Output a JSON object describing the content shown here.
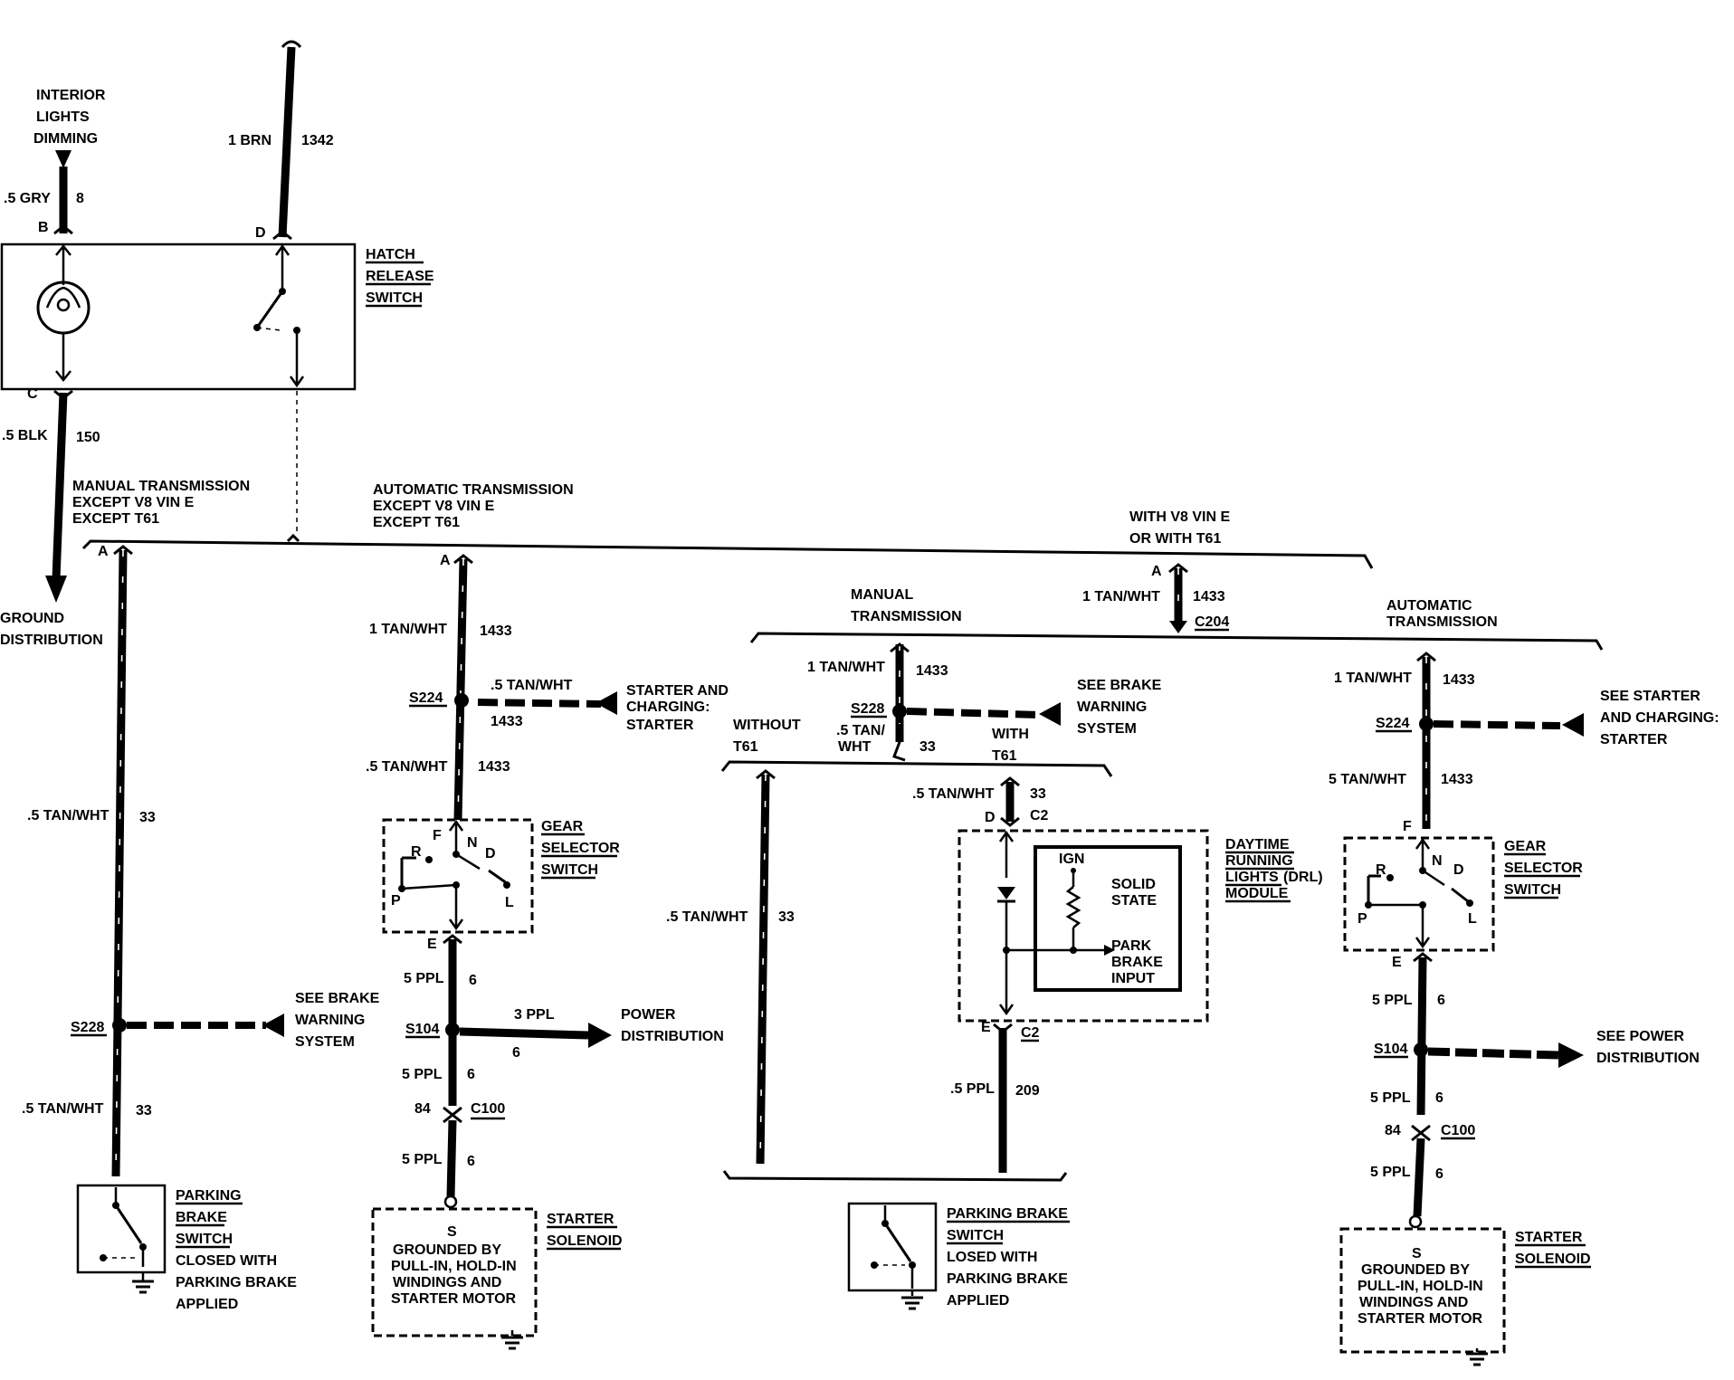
{
  "labels": {
    "interior_lights_dimming": [
      "INTERIOR",
      "LIGHTS",
      "DIMMING"
    ],
    "w_1brn": "1 BRN",
    "w_1342": "1342",
    "w_5gry": ".5 GRY",
    "w_8": "8",
    "pin_b": "B",
    "pin_d_top": "D",
    "hatch_release_switch": [
      "HATCH",
      "RELEASE",
      "SWITCH"
    ],
    "pin_c_top": "C",
    "w_5blk": ".5 BLK",
    "w_150": "150",
    "ground_distribution": [
      "GROUND",
      "DISTRIBUTION"
    ],
    "manual_trans_except": [
      "MANUAL TRANSMISSION",
      "EXCEPT V8 VIN E",
      "EXCEPT T61"
    ],
    "auto_trans_except": [
      "AUTOMATIC TRANSMISSION",
      "EXCEPT V8 VIN E",
      "EXCEPT T61"
    ],
    "with_v8": [
      "WITH V8 VIN E",
      "OR WITH T61"
    ],
    "manual_transmission": [
      "MANUAL",
      "TRANSMISSION"
    ],
    "automatic_transmission": [
      "AUTOMATIC",
      "TRANSMISSION"
    ],
    "pin_a": "A",
    "w_5tanwht": ".5 TAN/WHT",
    "w_5tanwht_nodot": "5 TAN/WHT",
    "w_33": "33",
    "w_1tanwht": "1 TAN/WHT",
    "w_1433": "1433",
    "s224": "S224",
    "s228": "S228",
    "s104": "S104",
    "c204": "C204",
    "c100": "C100",
    "c2": "C2",
    "pin_f": "F",
    "pin_e": "E",
    "pin_d": "D",
    "pin_84": "84",
    "gear_selector_switch": [
      "GEAR",
      "SELECTOR",
      "SWITCH"
    ],
    "gear_r": "R",
    "gear_n": "N",
    "gear_d": "D",
    "gear_p": "P",
    "gear_l": "L",
    "starter_charging_starter": [
      "STARTER AND",
      "CHARGING:",
      "STARTER"
    ],
    "see_starter_charging": [
      "SEE STARTER",
      "AND CHARGING:",
      "STARTER"
    ],
    "see_brake_warning": [
      "SEE BRAKE",
      "WARNING",
      "SYSTEM"
    ],
    "w_5ppl": "5 PPL",
    "w_3ppl": "3 PPL",
    "w_5ppl_dot": ".5 PPL",
    "w_6": "6",
    "w_209": "209",
    "power_distribution": [
      "POWER",
      "DISTRIBUTION"
    ],
    "see_power_distribution": [
      "SEE POWER",
      "DISTRIBUTION"
    ],
    "without_t61": [
      "WITHOUT",
      "T61"
    ],
    "with_t61": [
      "WITH",
      "T61"
    ],
    "w_5tan_split": [
      ".5 TAN/",
      "WHT"
    ],
    "drl_module": [
      "DAYTIME",
      "RUNNING",
      "LIGHTS",
      "(DRL)",
      "MODULE"
    ],
    "ign": "IGN",
    "solid_state": [
      "SOLID",
      "STATE"
    ],
    "park_brake_input": [
      "PARK",
      "BRAKE",
      "INPUT"
    ],
    "parking_brake_switch_1": [
      "PARKING",
      "BRAKE",
      "SWITCH",
      "CLOSED WITH",
      "PARKING BRAKE",
      "APPLIED"
    ],
    "parking_brake_switch_2": [
      "PARKING BRAKE",
      "SWITCH",
      "LOSED WITH",
      "PARKING BRAKE",
      "APPLIED"
    ],
    "starter_solenoid": [
      "STARTER",
      "SOLENOID"
    ],
    "solenoid_s": "S",
    "solenoid_text": [
      "GROUNDED BY",
      "PULL-IN, HOLD-IN",
      "WINDINGS AND",
      "STARTER MOTOR"
    ]
  }
}
